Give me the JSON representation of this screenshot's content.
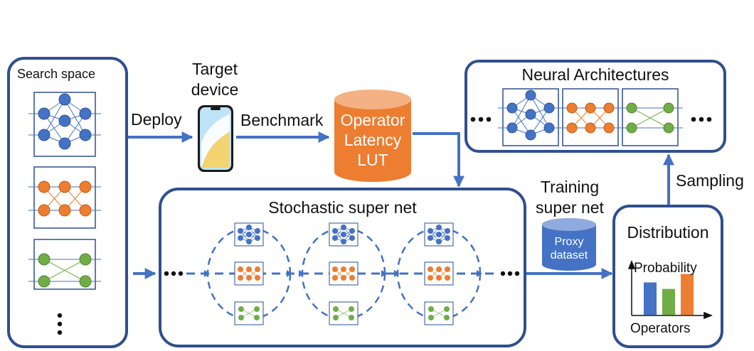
{
  "labels": {
    "search_space": "Search space",
    "target_device": "Target\ndevice",
    "deploy": "Deploy",
    "benchmark": "Benchmark",
    "lut": "Operator\nLatency\nLUT",
    "neural_architectures": "Neural Architectures",
    "stochastic_super_net": "Stochastic super net",
    "training_super_net": "Training\nsuper net",
    "proxy_dataset": "Proxy\ndataset",
    "sampling": "Sampling",
    "distribution": "Distribution",
    "probability": "Probability",
    "operators": "Operators"
  },
  "colors": {
    "frame": "#2f4f8f",
    "arrow": "#4472c4",
    "blue_node": "#4472c4",
    "orange_node": "#ed7d31",
    "green_node": "#70ad47",
    "lut_fill": "#ed7d31",
    "lut_top": "#f4b183",
    "proxy_fill": "#4472c4",
    "proxy_top": "#8faadc"
  },
  "distribution_bars": [
    {
      "operator": "blue",
      "probability": 0.65
    },
    {
      "operator": "green",
      "probability": 0.52
    },
    {
      "operator": "orange",
      "probability": 0.82
    }
  ]
}
